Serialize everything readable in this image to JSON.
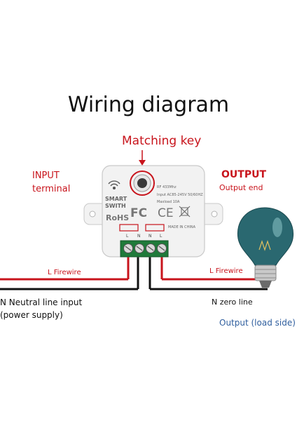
{
  "title": "Wiring diagram",
  "matching_key_label": "Matching key",
  "input_label": {
    "line1": "INPUT",
    "line2": "terminal"
  },
  "output_label": {
    "line1": "OUTPUT",
    "line2": "Output end"
  },
  "device": {
    "brand_line1": "SMART",
    "brand_line2": "SWITH",
    "spec_rf": "RF 433Mhz",
    "spec_input": "Input AC85-245V 50/60HZ",
    "spec_maxload": "Maxload 10A",
    "cert_rohs": "RoHS",
    "cert_fc": "FC",
    "cert_ce": "CE",
    "made_in": "MADE IN CHINA",
    "terminal_letters": [
      "L",
      "N",
      "N",
      "L"
    ]
  },
  "wires": {
    "left_l": "L Firewire",
    "left_n_line1": "N Neutral line input",
    "left_n_line2": "(power supply)",
    "right_l": "L Firewire",
    "right_n": "N zero line",
    "output_side": "Output (load side)"
  },
  "colors": {
    "red": "#c8141c",
    "blue": "#2f5e9e",
    "wire_black": "#111111",
    "device_body": "#f2f2f2",
    "terminal_green": "#1f7a3a"
  }
}
